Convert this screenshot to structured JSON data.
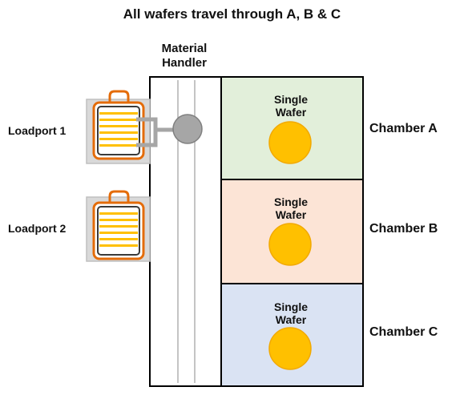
{
  "title": "All wafers travel through A, B & C",
  "material_handler": {
    "line1": "Material",
    "line2": "Handler"
  },
  "loadports": [
    {
      "label": "Loadport 1"
    },
    {
      "label": "Loadport 2"
    }
  ],
  "chambers": [
    {
      "label": "Chamber A",
      "wafer_line1": "Single",
      "wafer_line2": "Wafer",
      "fill": "#e2efda"
    },
    {
      "label": "Chamber B",
      "wafer_line1": "Single",
      "wafer_line2": "Wafer",
      "fill": "#fce4d6"
    },
    {
      "label": "Chamber C",
      "wafer_line1": "Single",
      "wafer_line2": "Wafer",
      "fill": "#dae3f3"
    }
  ],
  "colors": {
    "wafer": "#ffc000",
    "wafer_outline": "#f2a900",
    "foup_frame": "#e46c0a",
    "foup_slots": "#ffc000",
    "robot": "#a6a6a6",
    "outline": "#000000",
    "loadport_plate": "#d9d9d9"
  }
}
